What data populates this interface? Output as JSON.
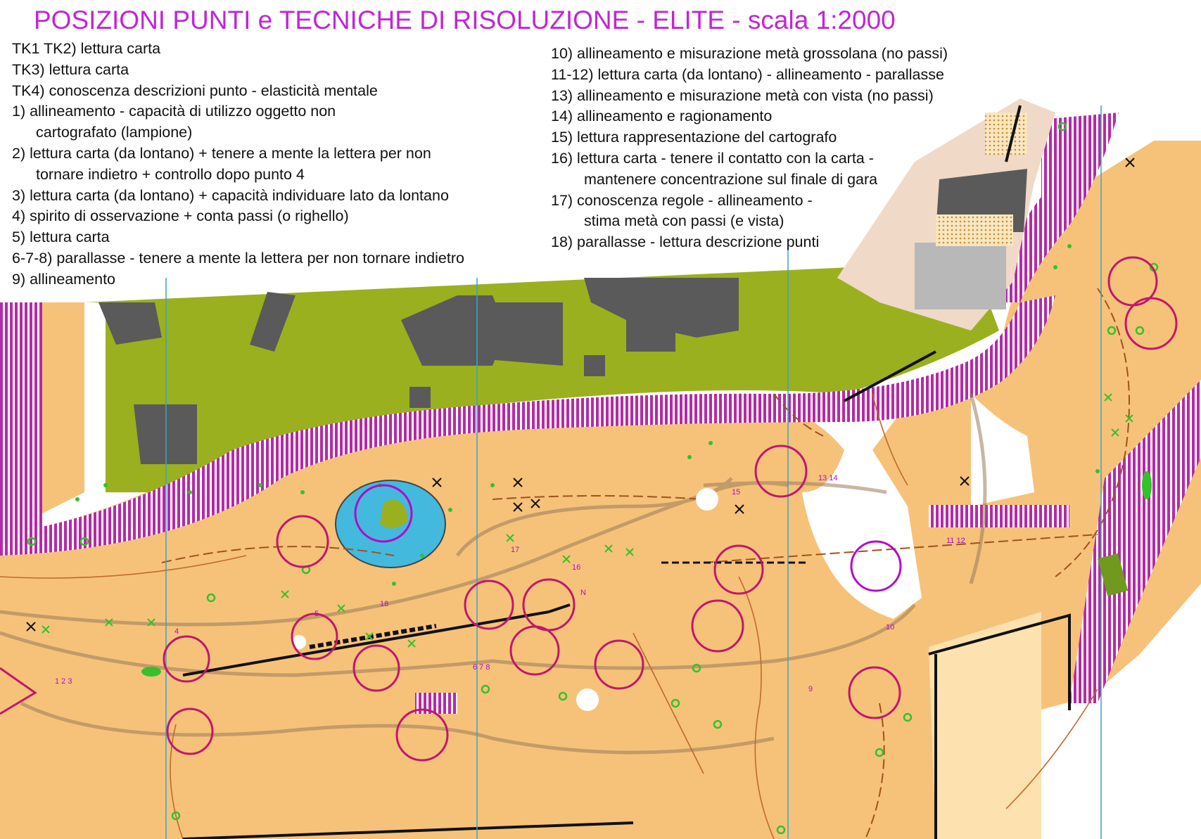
{
  "title": "POSIZIONI PUNTI  e TECNICHE DI RISOLUZIONE - ELITE - scala 1:2000",
  "notes_left": [
    "TK1 TK2) lettura carta",
    "TK3) lettura carta",
    "TK4) conoscenza descrizioni punto - elasticità mentale",
    "1) allineamento - capacità di utilizzo oggetto non",
    "cartografato (lampione)",
    "2) lettura carta (da lontano) + tenere a mente la lettera per non",
    "tornare indietro + controllo dopo punto 4",
    "3) lettura carta (da lontano) + capacità individuare lato da lontano",
    "4) spirito di osservazione + conta passi (o righello)",
    "5) lettura carta",
    "6-7-8) parallasse - tenere a mente la lettera per non tornare indietro",
    "9) allineamento"
  ],
  "notes_right": [
    "10) allineamento e misurazione metà grossolana (no passi)",
    "11-12) lettura carta (da lontano) - allineamento - parallasse",
    "13) allineamento e misurazione metà con vista (no passi)",
    "14) allineamento e ragionamento",
    "15) lettura rappresentazione del cartografo",
    "16) lettura carta - tenere il contatto con la carta -",
    "mantenere concentrazione sul finale di gara",
    "17) conoscenza regole - allineamento -",
    "stima metà con passi (e vista)",
    "18) parallasse - lettura descrizione punti"
  ],
  "map_labels": {
    "c123": "1 2 3",
    "c4": "4",
    "c5": "5",
    "c678": "6 7 8",
    "c9": "9",
    "c10": "10",
    "c1112": "11 12",
    "c1314": "13 14",
    "c15": "15",
    "c16": "16",
    "c17": "17",
    "c18": "18",
    "north": "N"
  },
  "colors": {
    "open_land": "#f6c27a",
    "green_area": "#9bb01e",
    "building": "#5a5a5a",
    "olive_hatch": "#b0239f",
    "water": "#43b9de",
    "control_circle": "#c0186c",
    "title": "#c026d3"
  }
}
